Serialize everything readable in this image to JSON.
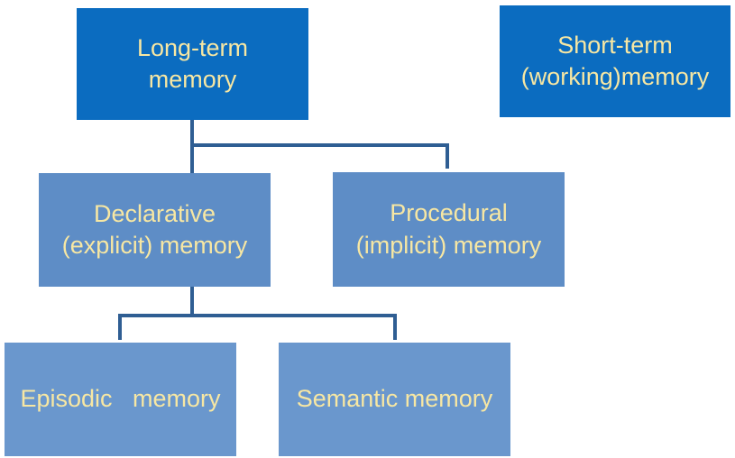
{
  "diagram": {
    "nodes": {
      "long_term": "Long-term\nmemory",
      "short_term": "Short-term\n(working)memory",
      "declarative": "Declarative\n(explicit) memory",
      "procedural": "Procedural\n(implicit) memory",
      "episodic": "Episodic   memory",
      "semantic": "Semantic memory"
    },
    "colors": {
      "top_box": "#0b6cc0",
      "mid_box": "#5e8dc6",
      "leaf_box": "#6a97cd",
      "text": "#f7e7a3",
      "connector": "#2f5e93"
    }
  }
}
